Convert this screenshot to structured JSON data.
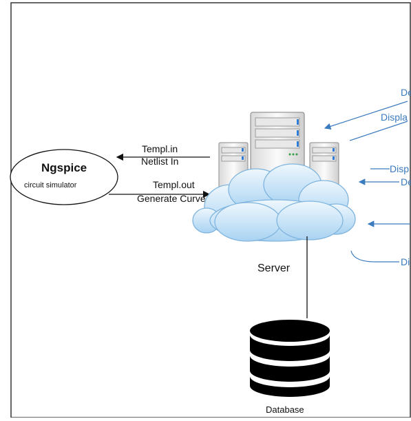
{
  "ngspice": {
    "title": "Ngspice",
    "subtitle": "circuit simulator"
  },
  "links": {
    "to_ngspice_line1": "Templ.in",
    "to_ngspice_line2": "Netlist In",
    "from_ngspice_line1": "Templ.out",
    "from_ngspice_line2": "Generate Curve"
  },
  "server": {
    "label": "Server"
  },
  "database": {
    "label": "Database"
  },
  "right_labels": [
    "De",
    "Displa",
    "Disp",
    "De",
    "Di"
  ],
  "colors": {
    "arrow_blue": "#3a7bbf",
    "cloud_fill": "#bfe0f7",
    "cloud_stroke": "#7fb4de",
    "server_body": "#f2f2f2"
  }
}
